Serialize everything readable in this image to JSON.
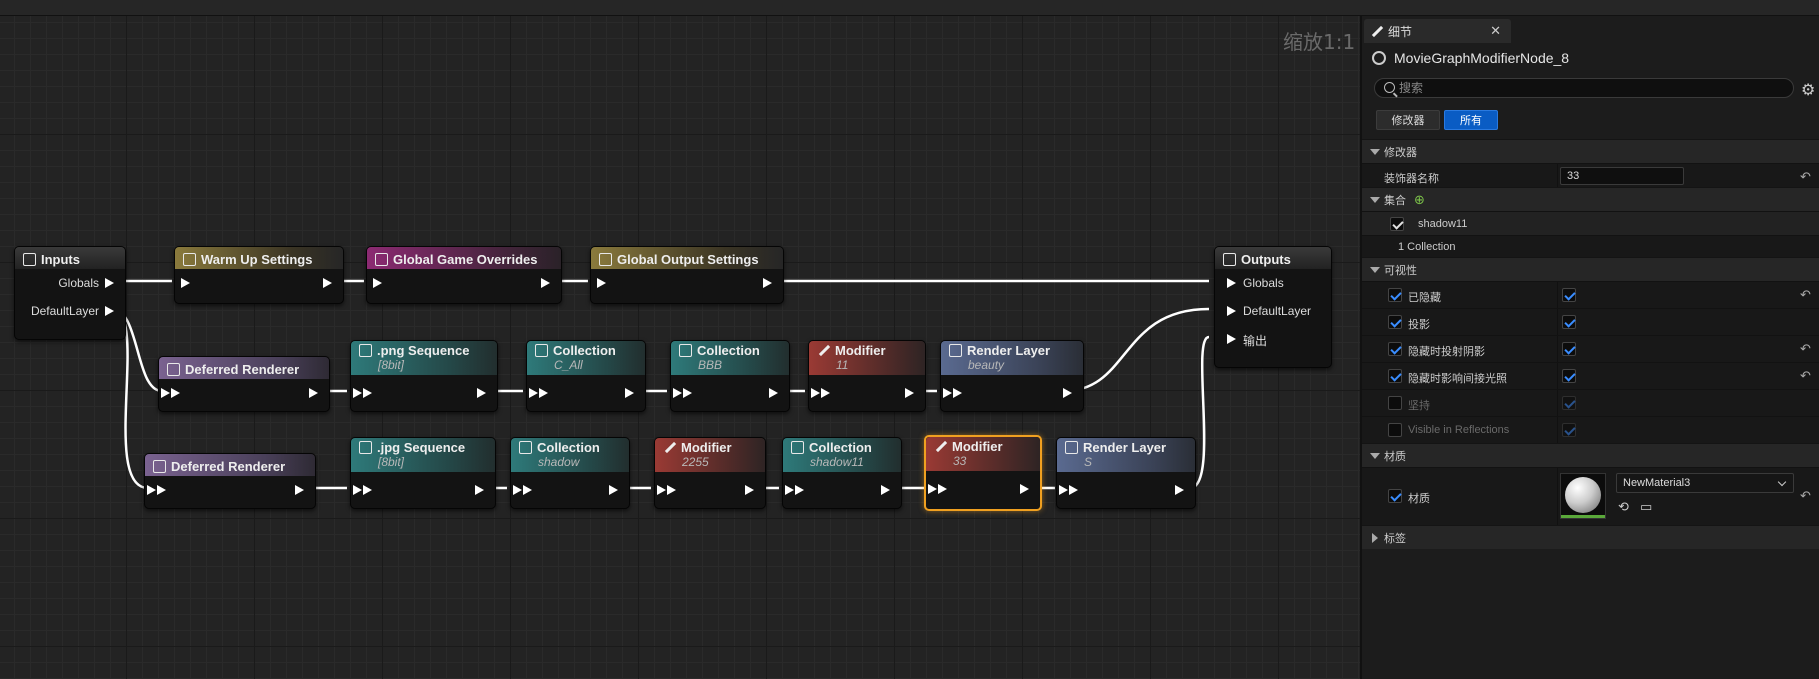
{
  "graph": {
    "zoom_label": "缩放1:1",
    "nodes": {
      "inputs": {
        "title": "Inputs",
        "pins": [
          "Globals",
          "DefaultLayer"
        ]
      },
      "outputs": {
        "title": "Outputs",
        "pins": [
          "Globals",
          "DefaultLayer",
          "输出"
        ]
      },
      "warmup": {
        "title": "Warm Up Settings"
      },
      "game_overrides": {
        "title": "Global Game Overrides"
      },
      "output_settings": {
        "title": "Global Output Settings"
      },
      "deferred1": {
        "title": "Deferred Renderer"
      },
      "png_seq": {
        "title": ".png Sequence",
        "sub": "[8bit]"
      },
      "coll_call": {
        "title": "Collection",
        "sub": "C_All"
      },
      "coll_bbb": {
        "title": "Collection",
        "sub": "BBB"
      },
      "mod_11": {
        "title": "Modifier",
        "sub": "11"
      },
      "rl_beauty": {
        "title": "Render Layer",
        "sub": "beauty"
      },
      "deferred2": {
        "title": "Deferred Renderer"
      },
      "jpg_seq": {
        "title": ".jpg Sequence",
        "sub": "[8bit]"
      },
      "coll_shadow": {
        "title": "Collection",
        "sub": "shadow"
      },
      "mod_2255": {
        "title": "Modifier",
        "sub": "2255"
      },
      "coll_shadow11": {
        "title": "Collection",
        "sub": "shadow11"
      },
      "mod_33": {
        "title": "Modifier",
        "sub": "33"
      },
      "rl_s": {
        "title": "Render Layer",
        "sub": "S"
      }
    }
  },
  "details": {
    "tab_label": "细节",
    "close": "✕",
    "object_name": "MovieGraphModifierNode_8",
    "search_placeholder": "搜索",
    "filters": [
      "修改器",
      "所有"
    ],
    "modifier_cat": "修改器",
    "modifier_name_label": "装饰器名称",
    "modifier_name_value": "33",
    "collections_cat": "集合",
    "collection_item": "shadow11",
    "collection_count": "1 Collection",
    "visibility_cat": "可视性",
    "visibility_rows": [
      {
        "label": "已隐藏",
        "checked": true
      },
      {
        "label": "投影",
        "checked": true
      },
      {
        "label": "隐藏时投射阴影",
        "checked": true
      },
      {
        "label": "隐藏时影响间接光照",
        "checked": true
      },
      {
        "label": "坚持",
        "checked": false
      },
      {
        "label": "Visible in Reflections",
        "checked": false
      }
    ],
    "material_cat": "材质",
    "material_label": "材质",
    "material_value": "NewMaterial3",
    "tags_cat": "标签",
    "reset_glyph": "↶"
  },
  "colors": {
    "accent": "#0a5cc4",
    "selection": "#f0a020",
    "check": "#3a8dff"
  }
}
